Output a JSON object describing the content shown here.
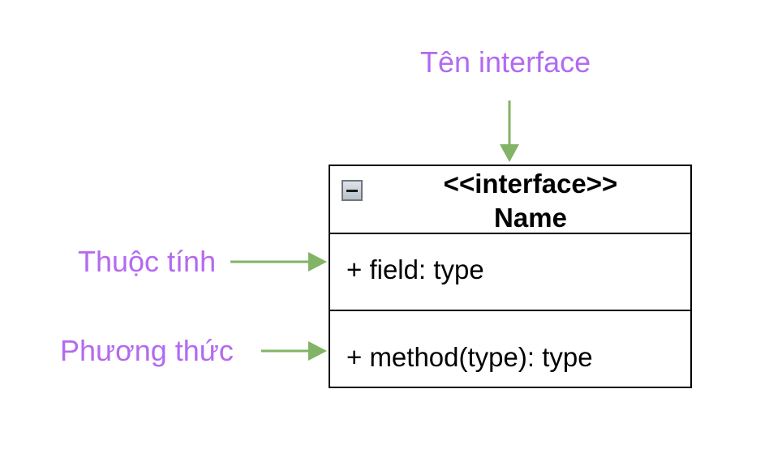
{
  "labels": {
    "interface_name": "Tên interface",
    "attributes": "Thuộc tính",
    "methods": "Phương thức"
  },
  "uml": {
    "stereotype": "<<interface>>",
    "name": "Name",
    "field": "+ field: type",
    "method": "+ method(type): type"
  },
  "colors": {
    "label": "#b36af0",
    "arrow": "#82b366",
    "border": "#000000"
  },
  "icons": {
    "collapse": "minus-square-icon"
  }
}
